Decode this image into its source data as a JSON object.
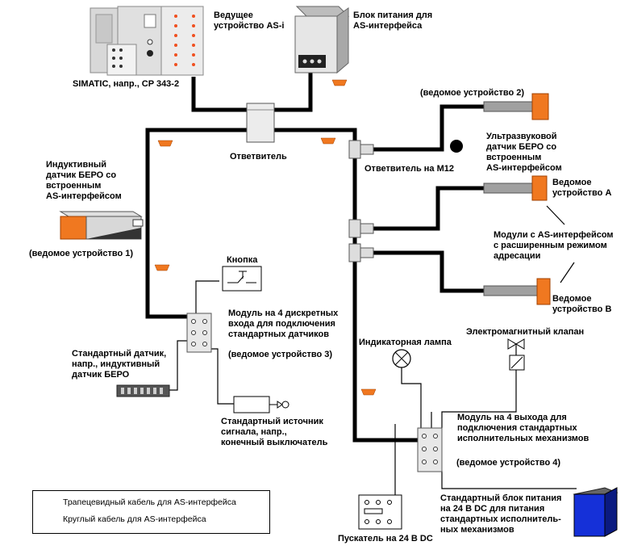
{
  "labels": {
    "master": "Ведущее\nустройство AS-i",
    "psu": "Блок питания для\nAS-интерфейса",
    "simatic": "SIMATIC, напр., CP 343-2",
    "splitter": "Ответвитель",
    "slave2": "(ведомое устройство 2)",
    "ultrasonic": "Ультразвуковой\nдатчик БЕРО со\nвстроенным\nAS-интерфейсом",
    "m12": "Ответвитель на M12",
    "inductive": "Индуктивный\nдатчик БЕРО со\nвстроенным\nAS-интерфейсом",
    "slave1": "(ведомое устройство 1)",
    "slaveA": "Ведомое\nустройство A",
    "extended": "Модули с AS-интерфейсом\nс расширенным режимом\nадресации",
    "slaveB": "Ведомое\nустройство B",
    "button": "Кнопка",
    "input_module": "Модуль на 4 дискретных\nвхода для подключения\nстандартных датчиков",
    "slave3": "(ведомое устройство 3)",
    "std_sensor": "Стандартный датчик,\nнапр., индуктивный\nдатчик БЕРО",
    "indicator": "Индикаторная лампа",
    "valve": "Электромагнитный клапан",
    "std_source": "Стандартный источник\nсигнала,  напр.,\nконечный выключатель",
    "output_module": "Модуль на 4 выхода для\nподключения стандартных\nисполнительных механизмов",
    "slave4": "(ведомое устройство 4)",
    "psu24": "Стандартный блок питания\nна 24 В DC для питания\nстандартных исполнитель-\nных механизмов",
    "starter": "Пускатель на 24 В DC"
  },
  "legend": {
    "flat_cable": "Трапецевидный кабель для AS-интерфейса",
    "round_cable": "Круглый кабель для AS-интерфейса"
  },
  "colors": {
    "cable": "#000000",
    "flat_cable_icon": "#f07820",
    "actuator": "#f07820",
    "psu24": "#1530d8",
    "device_gray": "#d8d8d8",
    "led": "#f05020"
  }
}
